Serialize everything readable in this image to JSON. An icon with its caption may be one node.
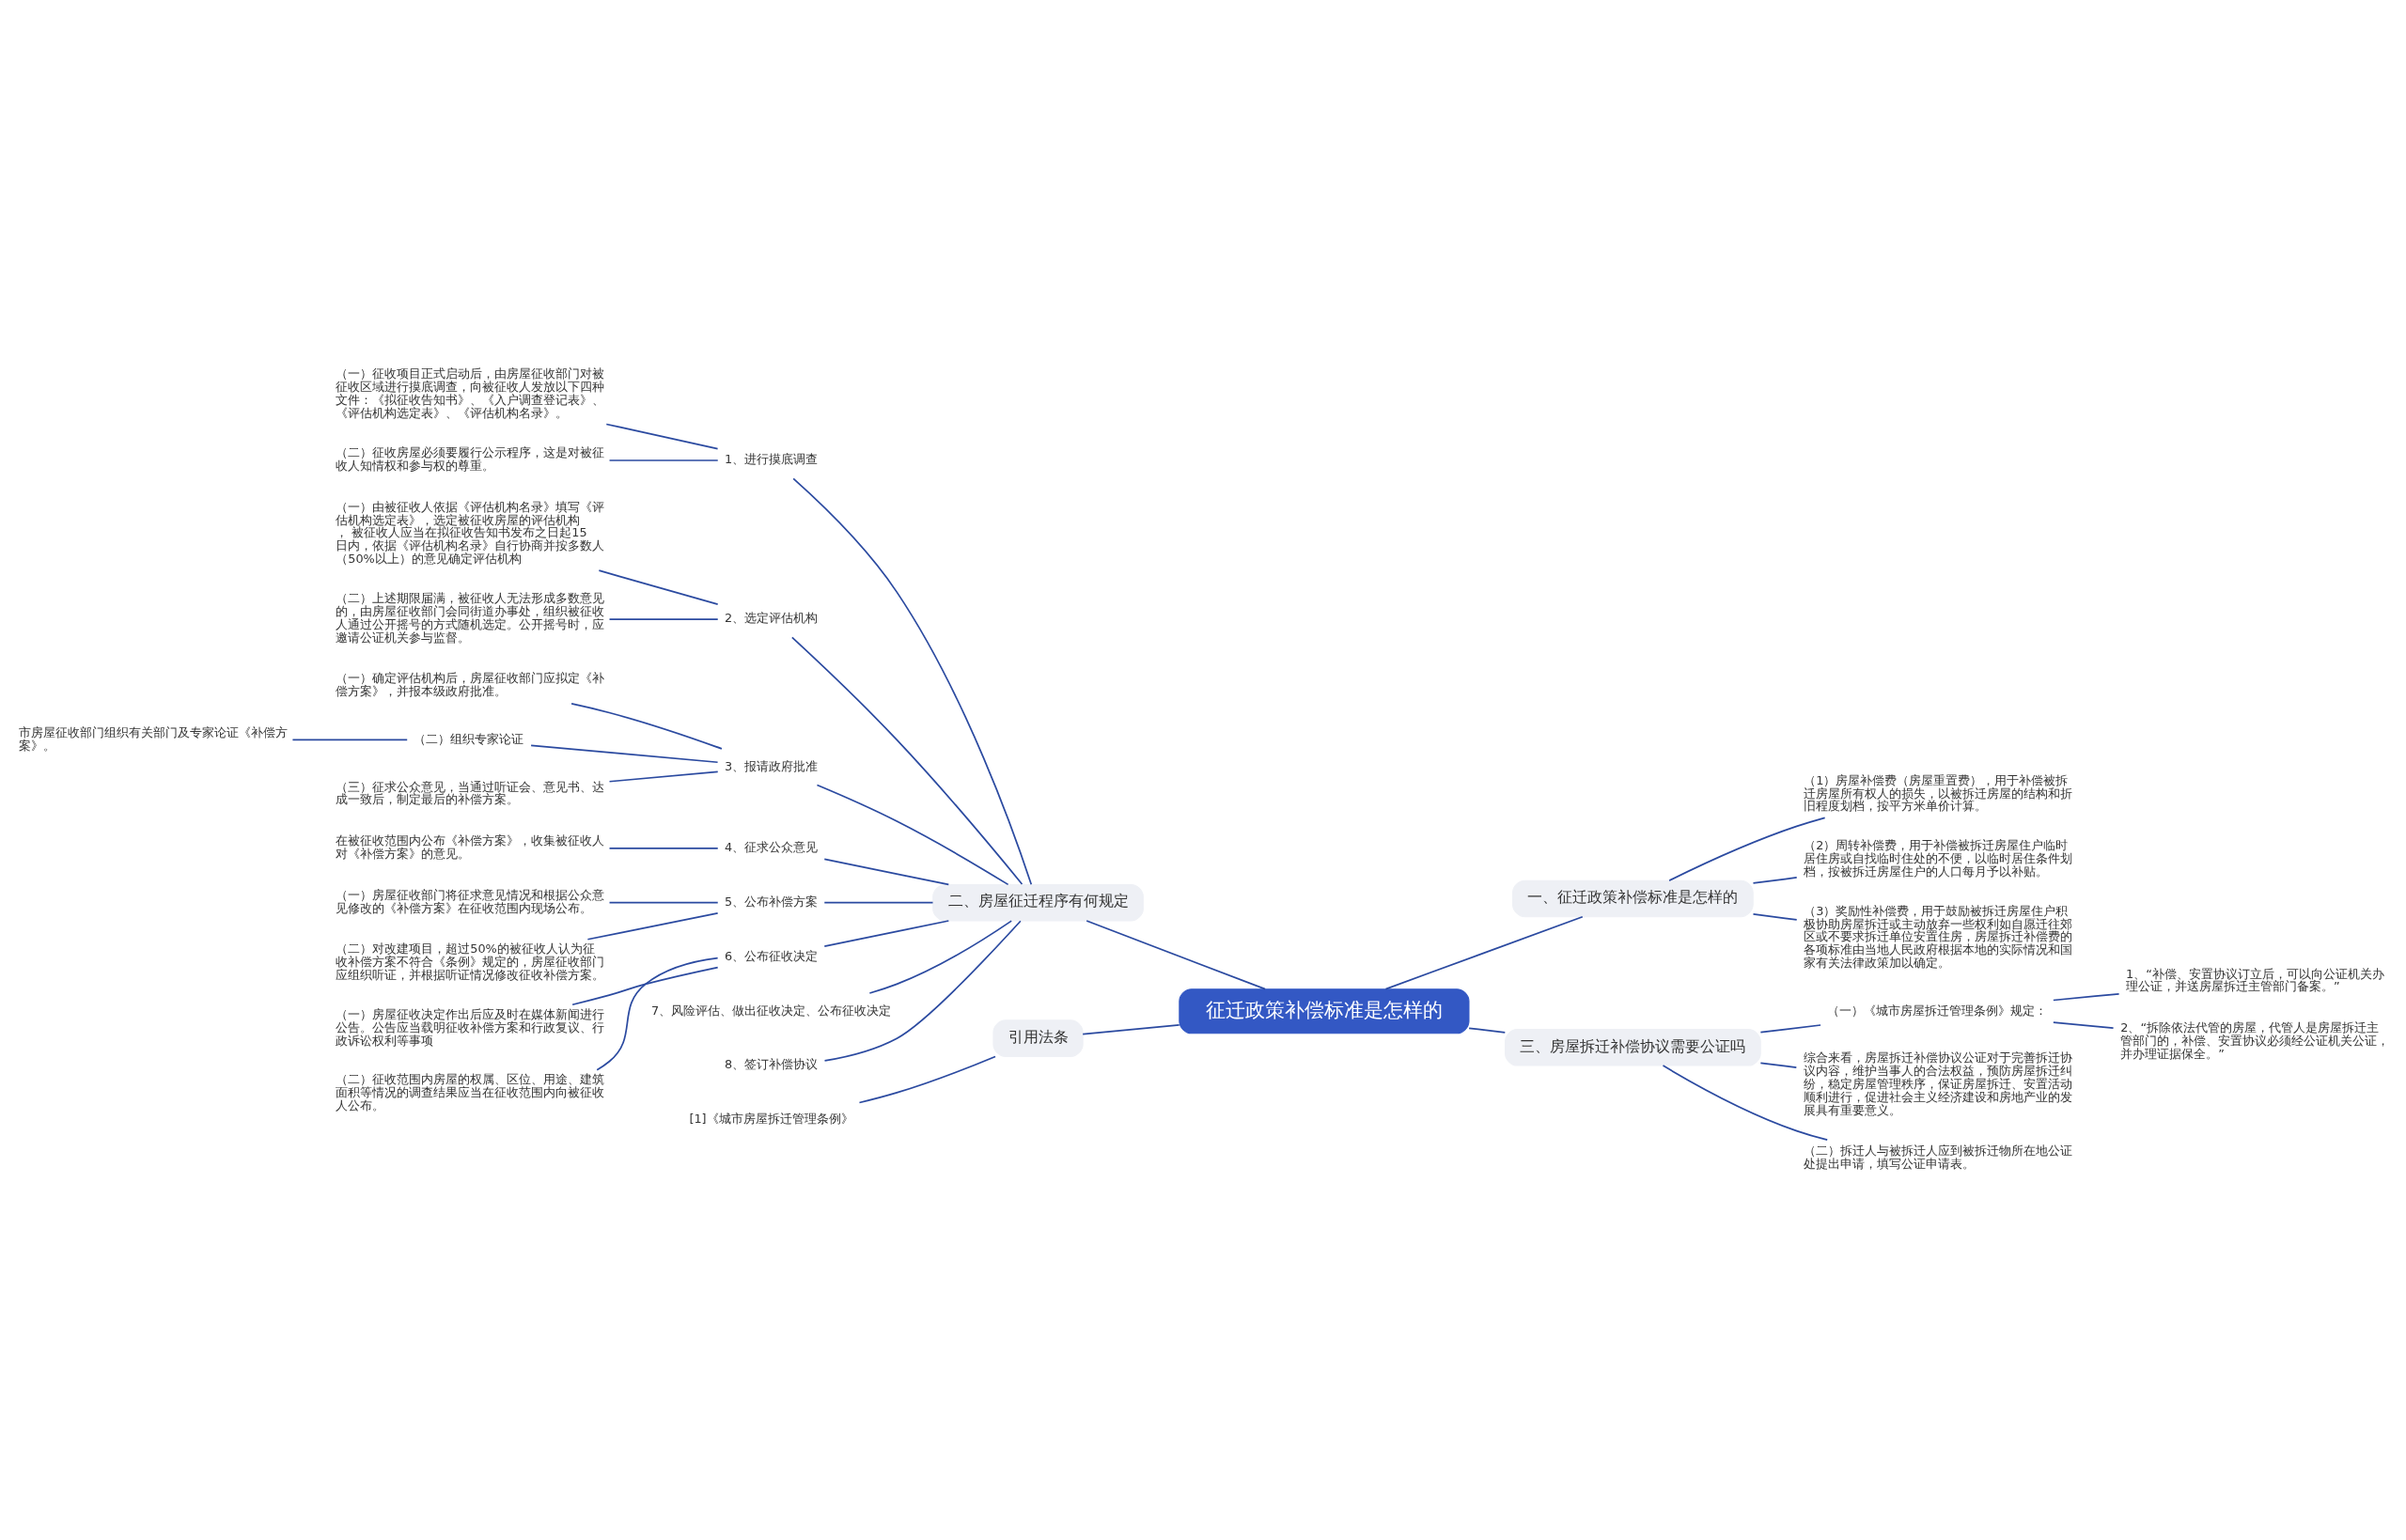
{
  "diagram": {
    "nodes": [
      {
        "text": [
          "征迁政策补偿标准是怎样的"
        ]
      },
      {
        "text": [
          "二、房屋征迁程序有何规定"
        ]
      },
      {
        "text": [
          "1、进行摸底调查"
        ]
      },
      {
        "text": [
          "（一）征收项目正式启动后，由房屋征收部门对被征收区域进行摸底调查，向被征收人发放以下四种文件：《拟征收告知书》、《入户调查登记表》、《评估机构选定表》、《评估机构名录》。"
        ]
      },
      {
        "text": [
          "（二）征收房屋必须要履行公示程序，这是对被征收人知情权和参与权的尊重。"
        ]
      },
      {
        "text": [
          "2、选定评估机构"
        ]
      },
      {
        "text": [
          "（一）由被征收人依据《评估机构名录》填写《评估机构选定表》，选定被征收房屋的评估机构， 被征收人应当在拟征收告知书发布之日起15日内，依据《评估机构名录》自行协商并按多数人（50%以上）的意见确定评估机构"
        ]
      },
      {
        "text": [
          "（二）上述期限届满，被征收人无法形成多数意见的，由房屋征收部门会同街道办事处，组织被征收人通过公开摇号的方式随机选定。公开摇号时，应邀请公证机关参与监督。"
        ]
      },
      {
        "text": [
          "3、报请政府批准"
        ]
      },
      {
        "text": [
          "（一）确定评估机构后，房屋征收部门应拟定《补偿方案》，并报本级政府批准。"
        ]
      },
      {
        "text": [
          "（二）组织专家论证"
        ]
      },
      {
        "text": [
          "市房屋征收部门组织有关部门及专家论证《补偿方案》。"
        ]
      },
      {
        "text": [
          "（三）征求公众意见，当通过听证会、意见书、达成一致后，制定最后的补偿方案。"
        ]
      },
      {
        "text": [
          "4、征求公众意见"
        ]
      },
      {
        "text": [
          "在被征收范围内公布《补偿方案》，收集被征收人对《补偿方案》的意见。"
        ]
      },
      {
        "text": [
          "5、公布补偿方案"
        ]
      },
      {
        "text": [
          "（一）房屋征收部门将征求意见情况和根据公众意见修改的《补偿方案》在征收范围内现场公布。"
        ]
      },
      {
        "text": [
          "（二）对改建项目，超过50%的被征收人认为征收补偿方案不符合《条例》规定的，房屋征收部门应组织听证，并根据听证情况修改征收补偿方案。"
        ]
      },
      {
        "text": [
          "6、公布征收决定"
        ]
      },
      {
        "text": [
          "（一）房屋征收决定作出后应及时在媒体新闻进行公告。公告应当载明征收补偿方案和行政复议、行政诉讼权利等事项"
        ]
      },
      {
        "text": [
          "（二）征收范围内房屋的权属、区位、用途、建筑面积等情况的调查结果应当在征收范围内向被征收人公布。"
        ]
      },
      {
        "text": [
          "7、风险评估、做出征收决定、公布征收决定"
        ]
      },
      {
        "text": [
          "8、签订补偿协议"
        ]
      },
      {
        "text": [
          "引用法条"
        ]
      },
      {
        "text": [
          "[1]《城市房屋拆迁管理条例》"
        ]
      },
      {
        "text": [
          "一、征迁政策补偿标准是怎样的"
        ]
      },
      {
        "text": [
          "（1）房屋补偿费（房屋重置费），用于补偿被拆迁房屋所有权人的损失，以被拆迁房屋的结构和折旧程度划档，按平方米单价计算。"
        ]
      },
      {
        "text": [
          "（2）周转补偿费，用于补偿被拆迁房屋住户临时居住房或自找临时住处的不便，以临时居住条件划档，按被拆迁房屋住户的人口每月予以补贴。"
        ]
      },
      {
        "text": [
          "（3）奖励性补偿费，用于鼓励被拆迁房屋住户积极协助房屋拆迁或主动放弃一些权利如自愿迁往郊区或不要求拆迁单位安置住房，房屋拆迁补偿费的各项标准由当地人民政府根据本地的实际情况和国家有关法律政策加以确定。"
        ]
      },
      {
        "text": [
          "三、房屋拆迁补偿协议需要公证吗"
        ]
      },
      {
        "text": [
          "（一）《城市房屋拆迁管理条例》规定："
        ]
      },
      {
        "text": [
          "1、“补偿、安置协议订立后，可以向公证机关办理公证，并送房屋拆迁主管部门备案。”"
        ]
      },
      {
        "text": [
          "2、“拆除依法代管的房屋，代管人是房屋拆迁主管部门的，补偿、安置协议必须经公证机关公证，并办理证据保全。”"
        ]
      },
      {
        "text": [
          "综合来看，房屋拆迁补偿协议公证对于完善拆迁协议内容，维护当事人的合法权益，预防房屋拆迁纠纷，稳定房屋管理秩序，保证房屋拆迁、安置活动顺利进行，促进社会主义经济建设和房地产业的发展具有重要意义。"
        ]
      },
      {
        "text": [
          "（二）拆迁人与被拆迁人应到被拆迁物所在地公证处提出申请，填写公证申请表。"
        ]
      }
    ],
    "edges": [
      {
        "from": 0,
        "to": 1,
        "arrow": "none"
      },
      {
        "from": 1,
        "to": 2,
        "arrow": "none"
      },
      {
        "from": 2,
        "to": 3,
        "arrow": "none"
      },
      {
        "from": 2,
        "to": 4,
        "arrow": "none"
      },
      {
        "from": 1,
        "to": 5,
        "arrow": "none"
      },
      {
        "from": 5,
        "to": 6,
        "arrow": "none"
      },
      {
        "from": 5,
        "to": 7,
        "arrow": "none"
      },
      {
        "from": 1,
        "to": 8,
        "arrow": "none"
      },
      {
        "from": 8,
        "to": 9,
        "arrow": "none"
      },
      {
        "from": 8,
        "to": 10,
        "arrow": "none"
      },
      {
        "from": 10,
        "to": 11,
        "arrow": "none"
      },
      {
        "from": 8,
        "to": 12,
        "arrow": "none"
      },
      {
        "from": 1,
        "to": 13,
        "arrow": "none"
      },
      {
        "from": 13,
        "to": 14,
        "arrow": "none"
      },
      {
        "from": 1,
        "to": 15,
        "arrow": "none"
      },
      {
        "from": 15,
        "to": 16,
        "arrow": "none"
      },
      {
        "from": 15,
        "to": 17,
        "arrow": "none"
      },
      {
        "from": 1,
        "to": 18,
        "arrow": "none"
      },
      {
        "from": 18,
        "to": 19,
        "arrow": "none"
      },
      {
        "from": 18,
        "to": 20,
        "arrow": "none"
      },
      {
        "from": 1,
        "to": 21,
        "arrow": "none"
      },
      {
        "from": 1,
        "to": 22,
        "arrow": "none"
      },
      {
        "from": 0,
        "to": 23,
        "arrow": "none"
      },
      {
        "from": 23,
        "to": 24,
        "arrow": "none"
      },
      {
        "from": 0,
        "to": 25,
        "arrow": "none"
      },
      {
        "from": 25,
        "to": 26,
        "arrow": "none"
      },
      {
        "from": 25,
        "to": 27,
        "arrow": "none"
      },
      {
        "from": 25,
        "to": 28,
        "arrow": "none"
      },
      {
        "from": 0,
        "to": 29,
        "arrow": "none"
      },
      {
        "from": 29,
        "to": 30,
        "arrow": "none"
      },
      {
        "from": 30,
        "to": 31,
        "arrow": "none"
      },
      {
        "from": 30,
        "to": 32,
        "arrow": "none"
      },
      {
        "from": 29,
        "to": 33,
        "arrow": "none"
      },
      {
        "from": 29,
        "to": 34,
        "arrow": "none"
      }
    ]
  }
}
